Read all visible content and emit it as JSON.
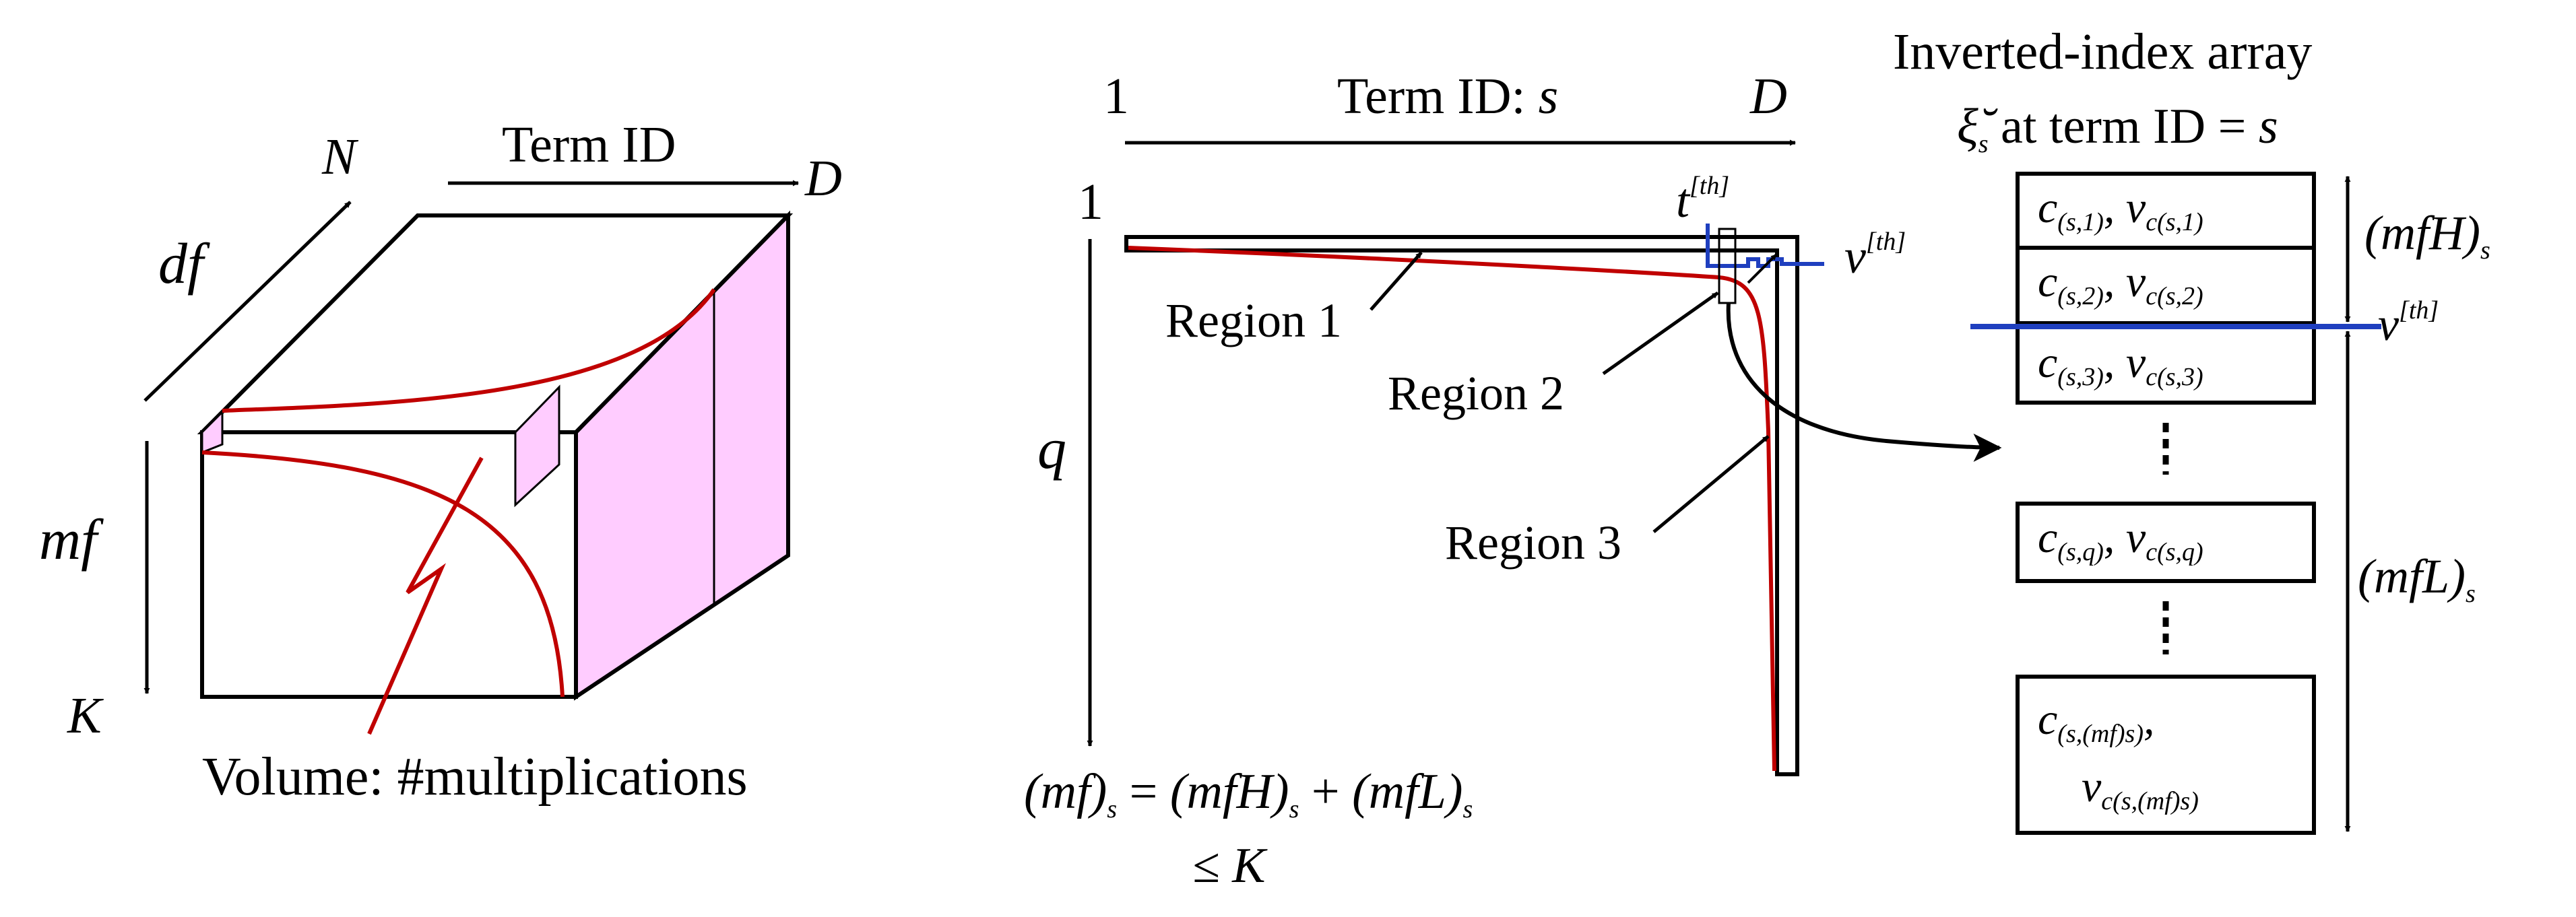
{
  "colors": {
    "curve": "#c00000",
    "threshold": "#1f3fbf",
    "face": "#ffccff",
    "ink": "#000000"
  },
  "left_cube": {
    "axis_n": "N",
    "axis_df": "df",
    "axis_mf": "mf",
    "axis_k": "K",
    "axis_d": "D",
    "term_id": "Term ID",
    "volume_caption": "Volume: #multiplications"
  },
  "matrix": {
    "one_top": "1",
    "one_left": "1",
    "term_id_label": "Term ID: ",
    "term_id_var": "s",
    "axis_d": "D",
    "axis_q": "q",
    "t_th_base": "t",
    "t_th_sup": "[th]",
    "v_th_base": "v",
    "v_th_sup": "[th]",
    "region1": "Region 1",
    "region2": "Region 2",
    "region3": "Region 3",
    "eq_lhs": "(mf)",
    "eq_sub_s": "s",
    "eq_eq": " = ",
    "eq_h": "(mfH)",
    "eq_plus": " + ",
    "eq_l": "(mfL)",
    "le": "≤ K"
  },
  "array": {
    "title": "Inverted-index array",
    "xi": "ξ̆",
    "xi_sub": "s",
    "at_term": " at term ID = ",
    "at_var": "s",
    "cells": [
      {
        "c_sub": "(s,1)",
        "v_sub": "c(s,1)"
      },
      {
        "c_sub": "(s,2)",
        "v_sub": "c(s,2)"
      },
      {
        "c_sub": "(s,3)",
        "v_sub": "c(s,3)"
      },
      {
        "c_sub": "(s,q)",
        "v_sub": "c(s,q)"
      }
    ],
    "last_c_sub": "(s,(mf)s)",
    "last_v_sub": "c(s,(mf)s)",
    "c_base": "c",
    "v_base": "v",
    "mfh": "(mfH)",
    "mfl": "(mfL)",
    "sub_s": "s",
    "v_th_base": "v",
    "v_th_sup": "[th]"
  }
}
